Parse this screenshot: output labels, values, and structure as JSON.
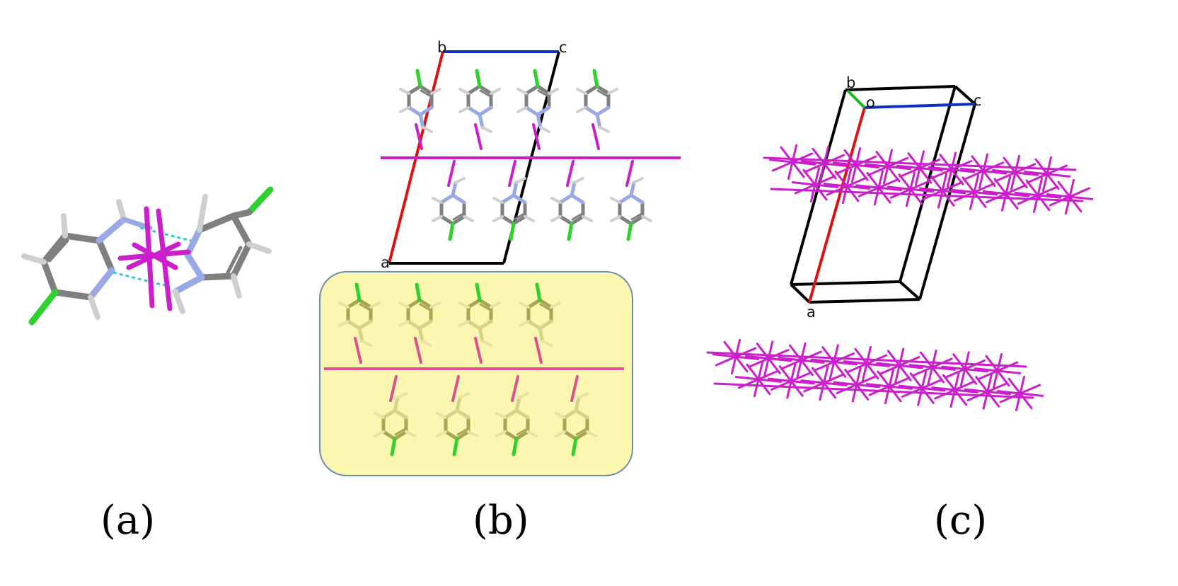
{
  "panels": {
    "a": {
      "caption": "(a)"
    },
    "b": {
      "caption": "(b)",
      "axes": {
        "a": "a",
        "b": "b",
        "c": "c"
      }
    },
    "c": {
      "caption": "(c)",
      "axes": {
        "a": "a",
        "b": "b",
        "c": "c",
        "origin": "o"
      }
    }
  },
  "colors": {
    "carbon": "#7f7f7f",
    "hydrogen": "#cfcfcf",
    "nitrogen": "#9aa8e6",
    "chlorine": "#2fd12f",
    "halogen_bond_marker": "#cc1fcc",
    "hbond": "#35c9d6",
    "axis_a": "#e01010",
    "axis_b": "#20b020",
    "axis_c": "#1030c0",
    "cell": "#000000",
    "inset_bg": "#fbf6b0",
    "inset_stick": "#a8a650",
    "inset_marker": "#e0508c"
  }
}
